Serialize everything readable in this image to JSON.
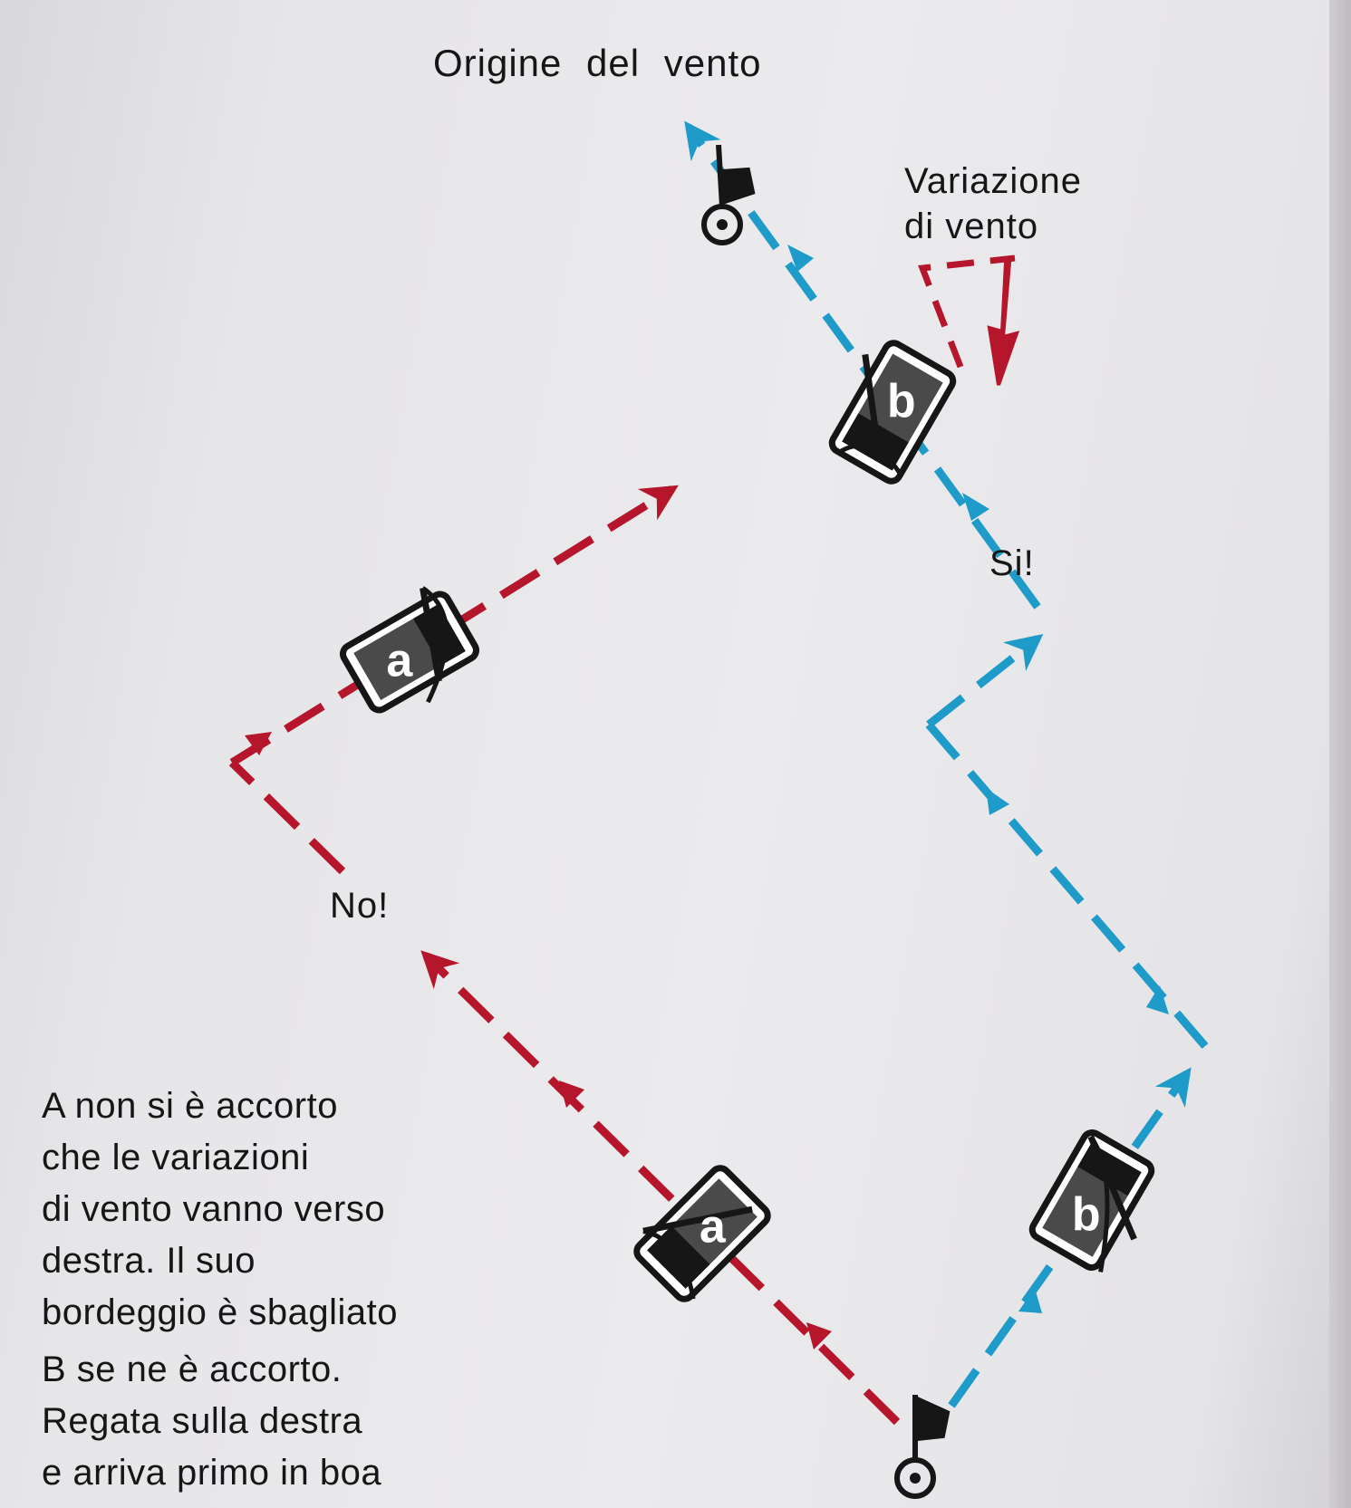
{
  "labels": {
    "wind_origin": "Origine del vento",
    "wind_variation_line1": "Variazione",
    "wind_variation_line2": "di vento",
    "correct": "Si!",
    "wrong": "No!"
  },
  "boats": {
    "a": "a",
    "b": "b"
  },
  "caption": {
    "para1": [
      "A non si è accorto",
      "che le variazioni",
      "di vento vanno verso",
      "destra. Il suo",
      "bordeggio è sbagliato"
    ],
    "para2": [
      "B se ne è accorto.",
      "Regata sulla destra",
      "e arriva primo in boa"
    ]
  },
  "colors": {
    "boat_a_course": "#b5162b",
    "boat_b_course": "#1e9bc9",
    "ink": "#161616"
  }
}
